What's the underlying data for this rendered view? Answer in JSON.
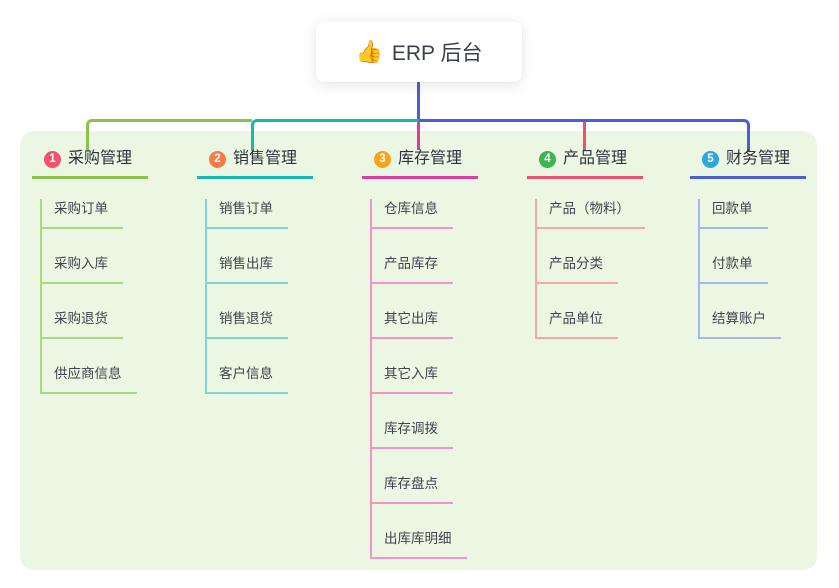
{
  "root": {
    "icon": "👍",
    "label": "ERP 后台"
  },
  "palette": {
    "panel_bg": "#ebf7e3",
    "root_connector": "#4a5fd3",
    "branch1": {
      "accent": "#8bc34a",
      "light": "#abd97e",
      "badge": "#f4516c"
    },
    "branch2": {
      "accent": "#16b9ae",
      "light": "#7fd6cb",
      "badge": "#f87c46"
    },
    "branch3": {
      "accent": "#dd3b9d",
      "light": "#f394c6",
      "badge": "#f6a31d"
    },
    "branch4": {
      "accent": "#f0506a",
      "light": "#f8a5a5",
      "badge": "#3cb54f"
    },
    "branch5": {
      "accent": "#4a5fd3",
      "light": "#a4b6ea",
      "badge": "#2ba9dc"
    }
  },
  "branches": [
    {
      "number": "1",
      "label": "采购管理",
      "children": [
        "采购订单",
        "采购入库",
        "采购退货",
        "供应商信息"
      ]
    },
    {
      "number": "2",
      "label": "销售管理",
      "children": [
        "销售订单",
        "销售出库",
        "销售退货",
        "客户信息"
      ]
    },
    {
      "number": "3",
      "label": "库存管理",
      "children": [
        "仓库信息",
        "产品库存",
        "其它出库",
        "其它入库",
        "库存调拨",
        "库存盘点",
        "出库库明细"
      ]
    },
    {
      "number": "4",
      "label": "产品管理",
      "children": [
        "产品（物料）",
        "产品分类",
        "产品单位"
      ]
    },
    {
      "number": "5",
      "label": "财务管理",
      "children": [
        "回款单",
        "付款单",
        "结算账户"
      ]
    }
  ]
}
